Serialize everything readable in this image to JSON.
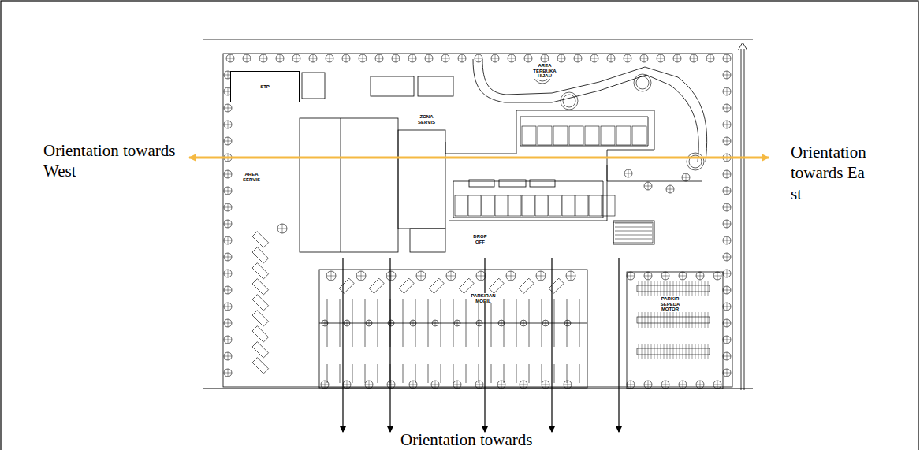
{
  "diagram": {
    "nodes": [
      {
        "text": [
          "STP"
        ]
      }
    ],
    "labels": [
      "Orientation towards West",
      "Orientation towards East",
      "Orientation towards",
      "AREA SERVIS",
      "ZONA SERVIS",
      "AREA TERBUKA HIJAU",
      "DROP OFF",
      "PARKIRAN MOBIL",
      "PARKIR SEPEDA MOTOR"
    ]
  }
}
